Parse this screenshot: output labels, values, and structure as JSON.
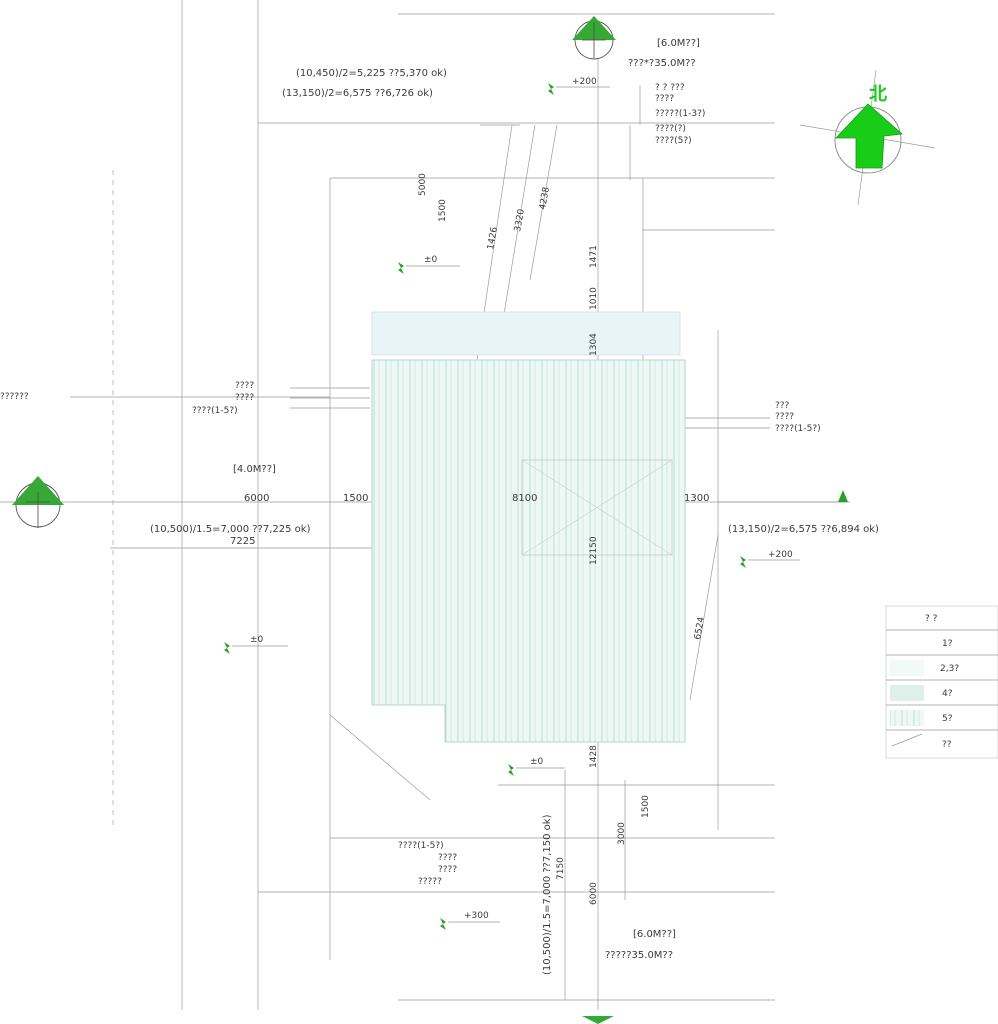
{
  "colors": {
    "accent": "#12c812",
    "building_fill": "#e8f6f1",
    "stripe": "#b9ddd3",
    "line": "#4a4a4a"
  },
  "north_label": "北",
  "road_widths": {
    "top": "[6.0M??]",
    "left": "[4.0M??]",
    "bottom": "[6.0M??]"
  },
  "road_notes": {
    "top": "???*?35.0M??",
    "bottom": "?????35.0M??"
  },
  "formulas": {
    "f1": "(10,450)/2=5,225 ??5,370 ok)",
    "f2": "(13,150)/2=6,575 ??6,726 ok)",
    "f3": "(10,500)/1.5=7,000 ??7,225 ok)",
    "f4": "(13,150)/2=6,575 ??6,894 ok)",
    "f5": "(10,500)/1.5=7,000 ??7,150 ok)"
  },
  "dimensions": {
    "d5000": "5000",
    "d1500a": "1500",
    "d1426": "1426",
    "d3320": "3320",
    "d4238": "4238",
    "d1471": "1471",
    "d1010": "1010",
    "d1304": "1304",
    "d6000": "6000",
    "d1500b": "1500",
    "d8100": "8100",
    "d1300": "1300",
    "d12150": "12150",
    "d7225": "7225",
    "d6524": "6524",
    "d1428": "1428",
    "d3000": "3000",
    "d1500c": "1500",
    "d7150": "7150",
    "d6000b": "6000"
  },
  "levels": {
    "top": "+200",
    "upper_left": "±0",
    "left": "±0",
    "right": "+200",
    "bottom_center": "±0",
    "bottom": "+300"
  },
  "labels": {
    "top_right": [
      "? ? ???",
      "????",
      "?????(1-3?)",
      "????(?)",
      "????(5?)"
    ],
    "left_side": [
      "????",
      "????",
      "????(1-5?)"
    ],
    "right_side": [
      "???",
      "????",
      "????(1-5?)"
    ],
    "bottom_left": [
      "????(1-5?)",
      "????",
      "????",
      "?????"
    ],
    "far_left": "??????"
  },
  "legend": {
    "title": "?   ?",
    "rows": [
      "1?",
      "2,3?",
      "4?",
      "5?",
      "??"
    ]
  }
}
